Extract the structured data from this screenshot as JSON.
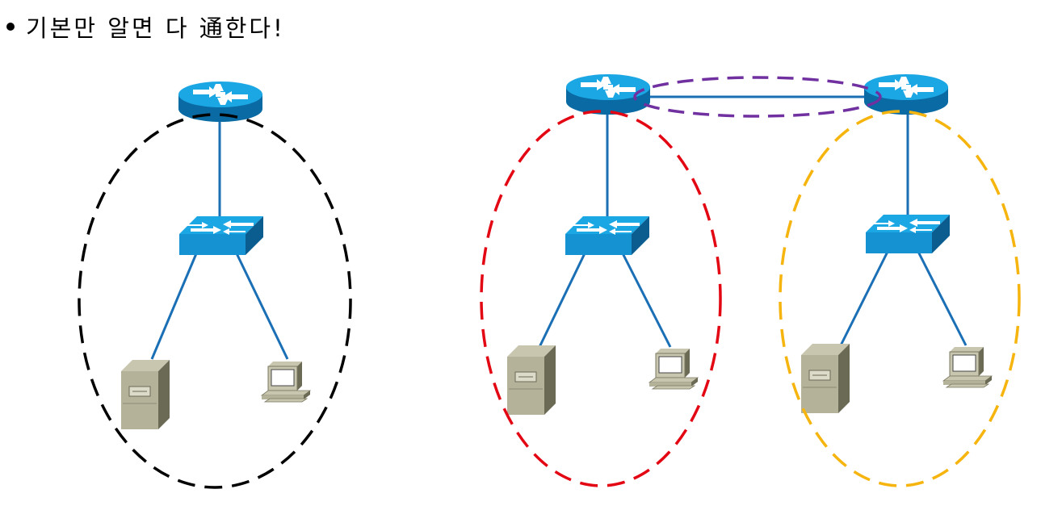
{
  "title": "기본만 알면 다 通한다!",
  "colors": {
    "link": "#1a6fb5",
    "net1": "#000000",
    "net2": "#e30613",
    "net3": "#f6b40e",
    "backbone": "#7030a0"
  },
  "devices": [
    "router",
    "switch",
    "server",
    "workstation"
  ]
}
